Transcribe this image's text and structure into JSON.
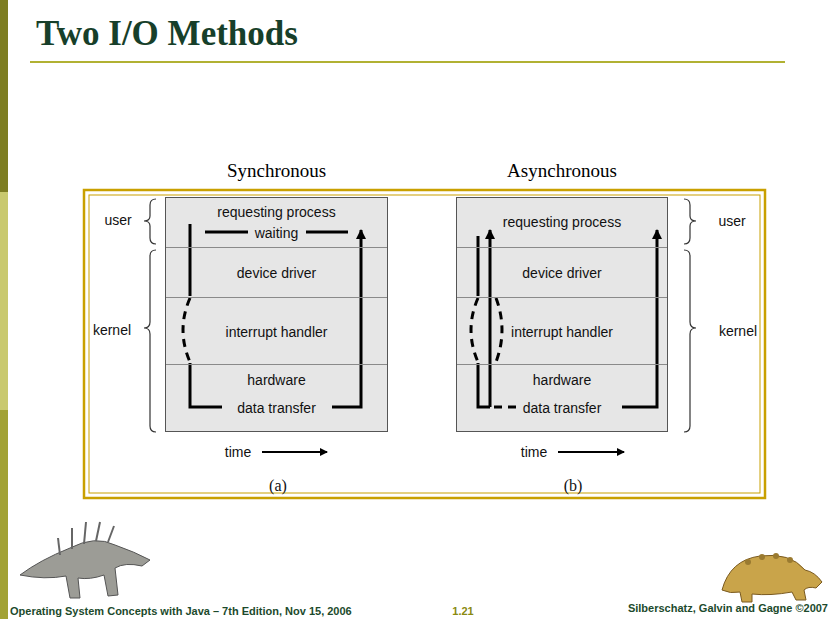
{
  "diagram": {
    "title": "Two I/O Methods",
    "nodes": [
      {
        "text": [
          "Synchronous"
        ]
      },
      {
        "text": [
          "requesting process",
          "waiting"
        ],
        "in": 0
      },
      {
        "text": [
          "device driver"
        ],
        "in": 0
      },
      {
        "text": [
          "interrupt handler"
        ],
        "in": 0
      },
      {
        "text": [
          "hardware",
          "data transfer"
        ],
        "in": 0
      },
      {
        "text": [
          "Asynchronous"
        ]
      },
      {
        "text": [
          "requesting process"
        ],
        "in": 5
      },
      {
        "text": [
          "device driver"
        ],
        "in": 5
      },
      {
        "text": [
          "interrupt handler"
        ],
        "in": 5
      },
      {
        "text": [
          "hardware",
          "data transfer"
        ],
        "in": 5
      }
    ],
    "labels": [
      "user",
      "kernel",
      "time",
      "(a)",
      "user",
      "kernel",
      "time",
      "(b)",
      "Operating System Concepts with Java – 7th Edition, Nov 15, 2006",
      "1.21",
      "Silberschatz, Galvin and Gagne ©2007"
    ]
  }
}
